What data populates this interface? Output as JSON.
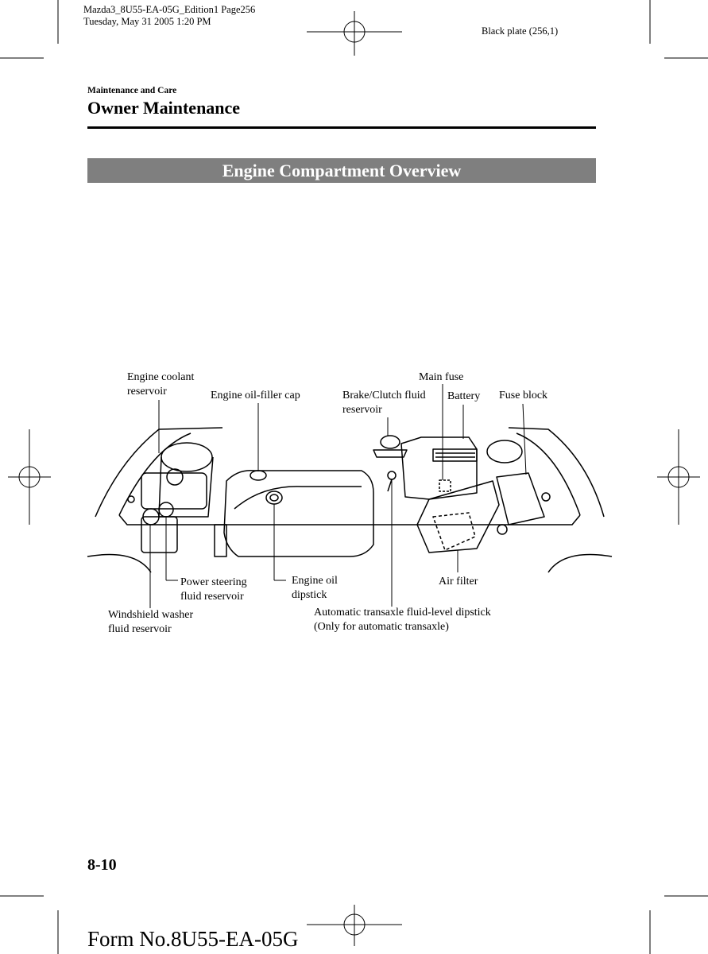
{
  "print_info": {
    "line1": "Mazda3_8U55-EA-05G_Edition1 Page256",
    "line2": "Tuesday, May 31 2005 1:20 PM"
  },
  "plate": "Black plate (256,1)",
  "section_label": "Maintenance and Care",
  "chapter_title": "Owner Maintenance",
  "banner_title": "Engine Compartment Overview",
  "labels": {
    "coolant": [
      "Engine coolant",
      "reservoir"
    ],
    "oil_cap": "Engine oil-filler cap",
    "brake": [
      "Brake/Clutch fluid",
      "reservoir"
    ],
    "main_fuse": "Main fuse",
    "battery": "Battery",
    "fuse_block": "Fuse block",
    "power_steering": [
      "Power steering",
      "fluid reservoir"
    ],
    "dipstick": [
      "Engine oil",
      "dipstick"
    ],
    "air_filter": "Air filter",
    "washer": [
      "Windshield washer",
      "fluid reservoir"
    ],
    "atx": [
      "Automatic transaxle fluid-level dipstick",
      "(Only for automatic transaxle)"
    ]
  },
  "page_number": "8-10",
  "form_number": "Form No.8U55-EA-05G"
}
